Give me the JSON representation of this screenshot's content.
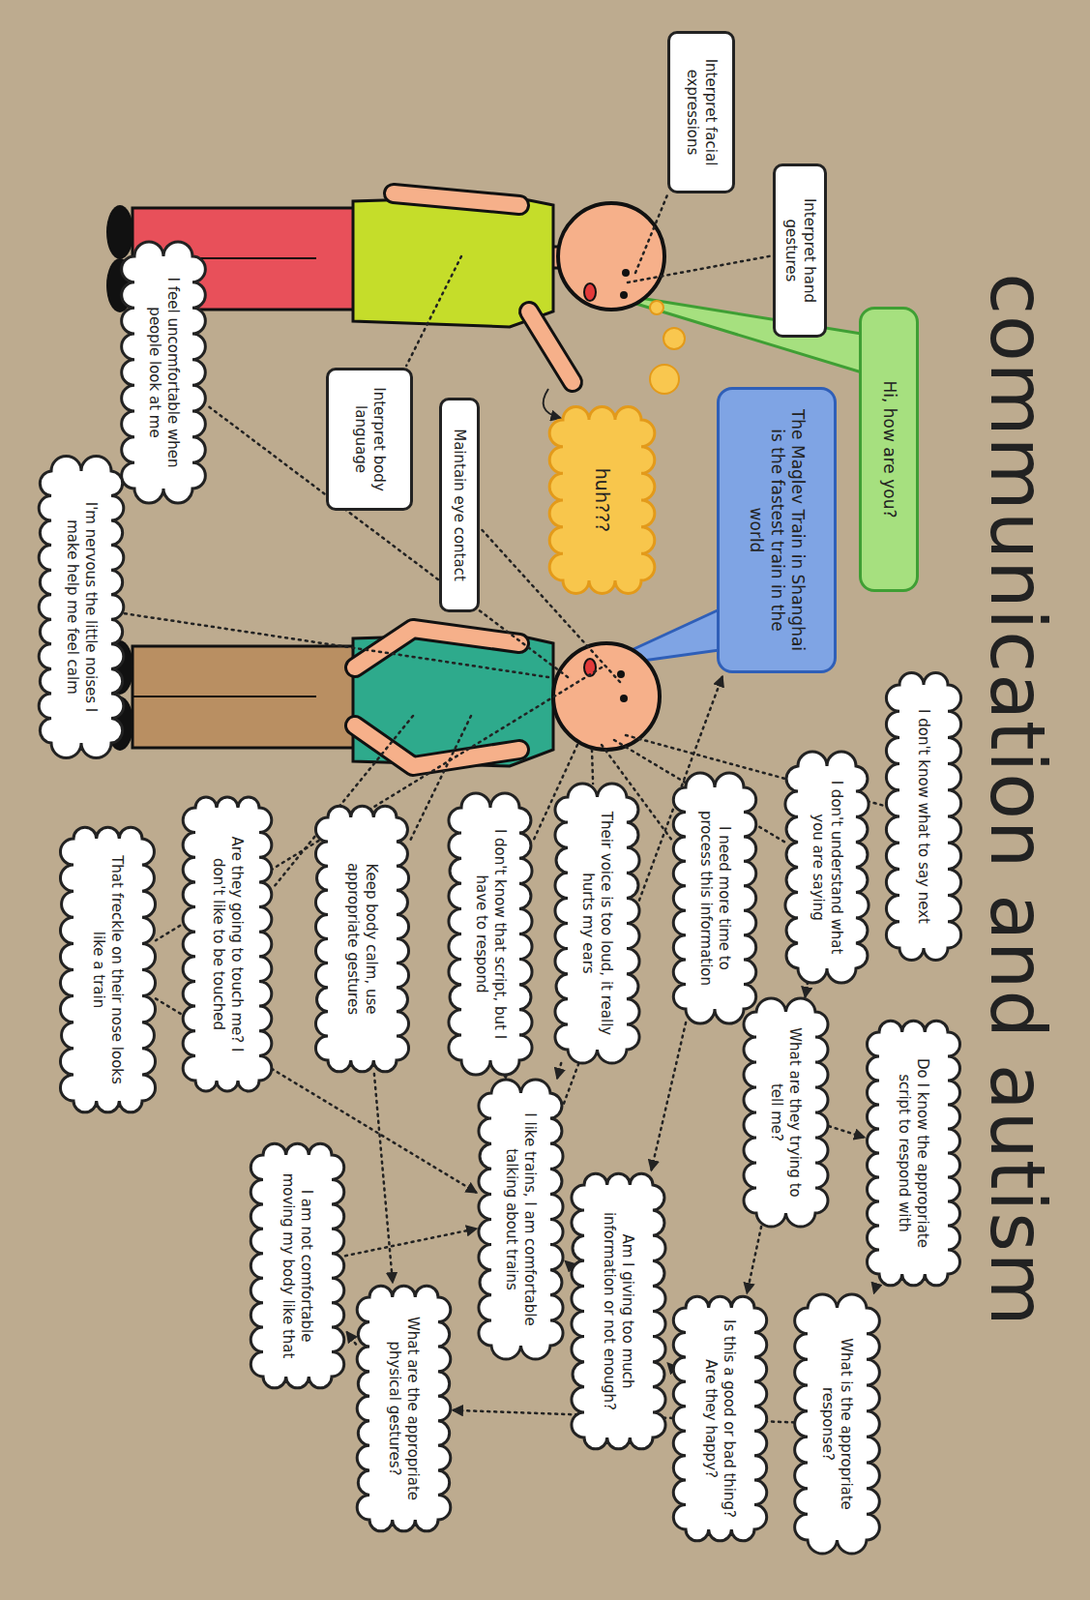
{
  "diagram": {
    "title": "communication and autism",
    "nodes": [
      {
        "text": [
          "Hi, how are you?"
        ]
      },
      {
        "text": [
          "The Maglev Train in Shanghai is the fastest train in the world"
        ]
      },
      {
        "text": [
          "huh???"
        ]
      },
      {
        "text": [
          "Interpret hand gestures"
        ]
      },
      {
        "text": [
          "Interpret facial expressions"
        ]
      },
      {
        "text": [
          "Maintain eye contact"
        ]
      },
      {
        "text": [
          "Interpret body language"
        ]
      },
      {
        "text": [
          "I feel uncomfortable when people look at me"
        ]
      },
      {
        "text": [
          "I'm nervous the little noises I make help me feel calm"
        ]
      },
      {
        "text": [
          "I don't know what to say next"
        ]
      },
      {
        "text": [
          "I don't understand what you are saying"
        ]
      },
      {
        "text": [
          "I need more time to process this information"
        ]
      },
      {
        "text": [
          "Their voice is too loud, it really hurts my ears"
        ]
      },
      {
        "text": [
          "I don't know that script, but I have to respond"
        ]
      },
      {
        "text": [
          "Keep body calm, use appropriate gestures"
        ]
      },
      {
        "text": [
          "Are they going to touch me? I don't like to be touched"
        ]
      },
      {
        "text": [
          "That freckle on their nose looks like a train"
        ]
      },
      {
        "text": [
          "Do I know the appropriate script to respond with"
        ]
      },
      {
        "text": [
          "What are they trying to tell me?"
        ]
      },
      {
        "text": [
          "What is the appropriate response?"
        ]
      },
      {
        "text": [
          "Is this a good or bad thing? Are they happy?"
        ]
      },
      {
        "text": [
          "Am I giving too much information or not enough?"
        ]
      },
      {
        "text": [
          "I like trains, I am comfortable talking about trains"
        ]
      },
      {
        "text": [
          "What are the appropriate physical gestures?"
        ]
      },
      {
        "text": [
          "I am not comfortable moving my body like that"
        ]
      }
    ],
    "edges": [
      {
        "from": 10,
        "to": 18,
        "arrow": "to"
      },
      {
        "from": 18,
        "to": 17,
        "arrow": "to"
      },
      {
        "from": 17,
        "to": 19,
        "arrow": "to"
      },
      {
        "from": 18,
        "to": 20,
        "arrow": "to"
      },
      {
        "from": 20,
        "to": 21,
        "arrow": "to"
      },
      {
        "from": 11,
        "to": 21,
        "arrow": "to"
      },
      {
        "from": 21,
        "to": 22,
        "arrow": "to"
      },
      {
        "from": 12,
        "to": 22,
        "arrow": "to"
      },
      {
        "from": 13,
        "to": 22,
        "arrow": "to"
      },
      {
        "from": 16,
        "to": 22,
        "arrow": "to"
      },
      {
        "from": 24,
        "to": 22,
        "arrow": "to"
      },
      {
        "from": 22,
        "to": 1,
        "arrow": "to"
      },
      {
        "from": 14,
        "to": 23,
        "arrow": "to"
      },
      {
        "from": 23,
        "to": 24,
        "arrow": "to"
      },
      {
        "from": 19,
        "to": 23,
        "arrow": "to"
      }
    ]
  }
}
